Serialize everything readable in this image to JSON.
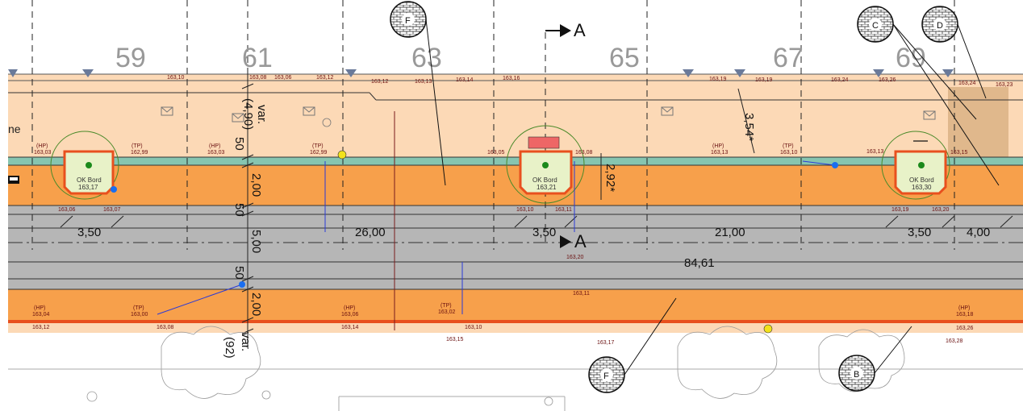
{
  "plot_numbers": [
    "59",
    "61",
    "63",
    "65",
    "67",
    "69"
  ],
  "section_marker": {
    "label": "A"
  },
  "stops": [
    {
      "name": "stop-left",
      "ok_label": "OK Bord",
      "ok_value": "163,17",
      "levels": [
        "(HP)",
        "163,03",
        "(TP)",
        "162,99",
        "163,06",
        "163,07"
      ]
    },
    {
      "name": "stop-middle",
      "ok_label": "OK Bord",
      "ok_value": "163,21",
      "levels": [
        "163,05",
        "163,08",
        "163,10",
        "163,11"
      ]
    },
    {
      "name": "stop-right",
      "ok_label": "OK Bord",
      "ok_value": "163,30",
      "levels": [
        "163,13",
        "163,15",
        "163,19",
        "163,20"
      ]
    }
  ],
  "dimensions": {
    "var_top": "var.",
    "var_top_value": "(4,90)",
    "width_50_a": "50",
    "width_200_a": "2,00",
    "width_50_b": "50",
    "width_500": "5,00",
    "width_50_c": "50",
    "width_200_b": "2,00",
    "var_bottom": "var.",
    "var_bottom_value": "(92)",
    "d_350_a": "3,50",
    "d_2600": "26,00",
    "d_350_b": "3,50",
    "d_2100": "21,00",
    "d_350_c": "3,50",
    "d_400": "4,00",
    "d_8461": "84,61",
    "d_354": "3,54*",
    "d_292": "2,92*"
  },
  "elevations_top": [
    "163,10",
    "163,08",
    "163,06",
    "163,12",
    "163,12",
    "163,13",
    "163,14",
    "163,16",
    "163,19",
    "163,19",
    "163,24",
    "163,26",
    "163,24",
    "163,23"
  ],
  "elevations_mid": [
    "(HP)",
    "163,03",
    "(TP)",
    "162,99",
    "(HP)",
    "163,13",
    "(TP)",
    "163,10",
    "163,20"
  ],
  "elevations_bottom": [
    {
      "tag": "(HP)",
      "v": "163,04"
    },
    {
      "tag": "(TP)",
      "v": "163,00"
    },
    {
      "tag": "(HP)",
      "v": "163,06"
    },
    {
      "tag": "(TP)",
      "v": "163,02"
    },
    {
      "tag": "",
      "v": "163,11"
    },
    {
      "tag": "(HP)",
      "v": "163,18"
    }
  ],
  "elevations_edge": [
    "163,12",
    "163,08",
    "163,14",
    "163,10",
    "163,15",
    "163,17",
    "163,26",
    "163,28"
  ],
  "detail_markers": [
    "F",
    "C",
    "D",
    "F",
    "B"
  ],
  "street_label": "ne",
  "colors": {
    "sidewalk": "#fcd9b6",
    "cycle": "#f7a04b",
    "road": "#b6b6b6",
    "green_strip": "#86c5b0",
    "stop_border": "#e8501e",
    "stop_fill": "#e8f2c8",
    "dim_red": "#7a1c1c"
  }
}
